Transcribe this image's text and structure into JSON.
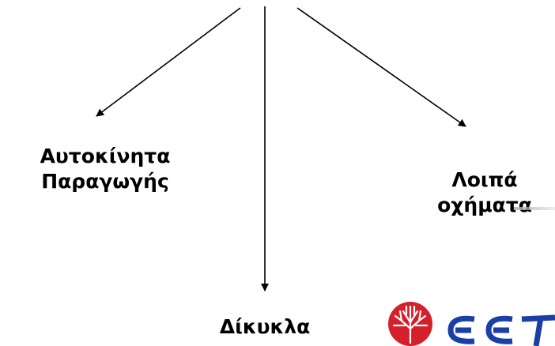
{
  "diagram": {
    "nodes": [
      {
        "id": "production-cars",
        "lines": [
          "Αυτοκίνητα",
          "Παραγωγής"
        ]
      },
      {
        "id": "other-vehicles",
        "lines": [
          "Λοιπά",
          "οχήματα"
        ]
      },
      {
        "id": "bicycles",
        "lines": [
          "Δίκυκλα"
        ]
      }
    ],
    "arrows": [
      "to-production-cars",
      "to-bicycles",
      "to-other-vehicles"
    ]
  },
  "colors": {
    "text": "#000000",
    "arrow": "#000000",
    "logo_red": "#d4202a",
    "logo_blue": "#1a3fa6"
  }
}
